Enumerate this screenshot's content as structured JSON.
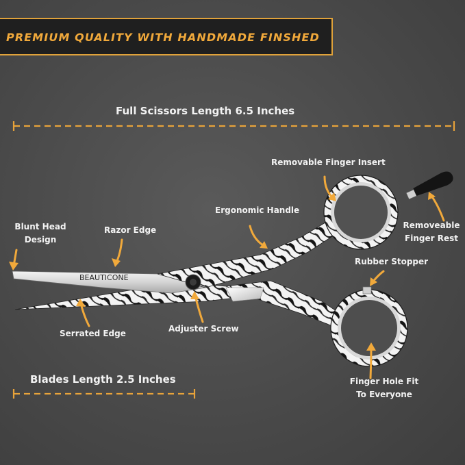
{
  "banner": {
    "text": "PREMIUM QUALITY WITH HANDMADE FINSHED"
  },
  "full_length": {
    "label": "Full Scissors Length 6.5 Inches"
  },
  "blades_length": {
    "label": "Blades Length 2.5 Inches"
  },
  "brand": "BEAUTICONE",
  "callouts": {
    "removable_finger_insert": "Removable Finger Insert",
    "ergonomic_handle": "Ergonomic Handle",
    "blunt_head_line1": "Blunt Head",
    "blunt_head_line2": "Design",
    "razor_edge": "Razor Edge",
    "removeable_finger_rest_line1": "Removeable",
    "removeable_finger_rest_line2": "Finger Rest",
    "rubber_stopper": "Rubber Stopper",
    "serrated_edge": "Serrated Edge",
    "adjuster_screw": "Adjuster Screw",
    "finger_hole_line1": "Finger Hole Fit",
    "finger_hole_line2": "To Everyone"
  },
  "colors": {
    "accent": "#f1a93b",
    "banner_bg": "#1f1f1f",
    "background": "#4a4a4a",
    "label": "#f2f2f2"
  }
}
